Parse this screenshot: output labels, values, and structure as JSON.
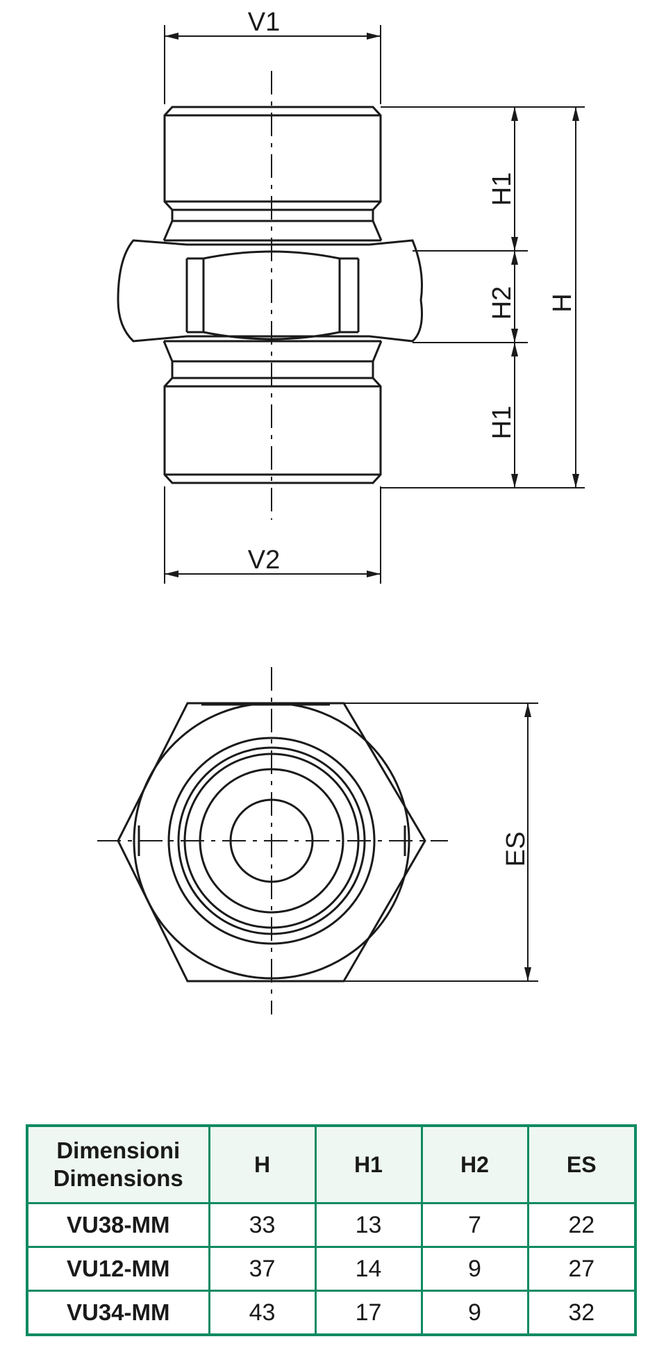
{
  "drawing": {
    "labels": {
      "v1": "V1",
      "v2": "V2",
      "h1_top": "H1",
      "h2": "H2",
      "h1_bottom": "H1",
      "h": "H",
      "es": "ES"
    }
  },
  "table": {
    "header": {
      "corner_line1": "Dimensioni",
      "corner_line2": "Dimensions",
      "columns": [
        "H",
        "H1",
        "H2",
        "ES"
      ]
    },
    "rows": [
      {
        "model": "VU38-MM",
        "values": [
          "33",
          "13",
          "7",
          "22"
        ]
      },
      {
        "model": "VU12-MM",
        "values": [
          "37",
          "14",
          "9",
          "27"
        ]
      },
      {
        "model": "VU34-MM",
        "values": [
          "43",
          "17",
          "9",
          "32"
        ]
      }
    ]
  },
  "colors": {
    "table_border": "#0f8a62",
    "header_bg": "#eef7f1",
    "line": "#1a1a1a"
  }
}
